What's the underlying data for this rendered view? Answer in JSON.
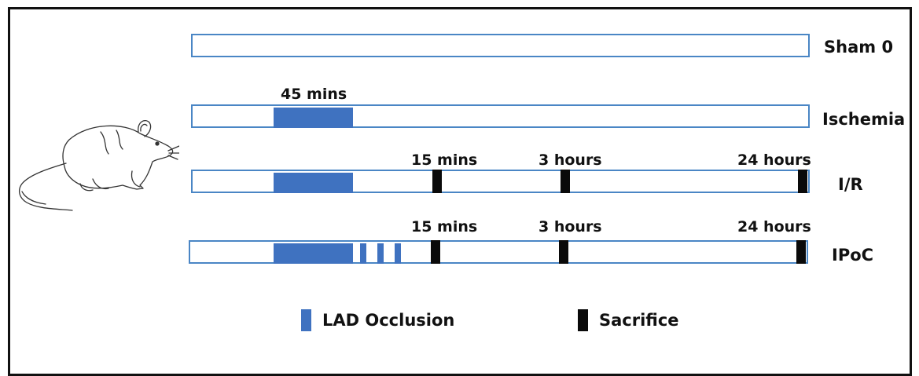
{
  "rows": [
    {
      "label": "Sham 0"
    },
    {
      "label": "Ischemia",
      "occlusion_label": "45 mins"
    },
    {
      "label": "I/R",
      "times": [
        "15 mins",
        "3 hours",
        "24 hours"
      ]
    },
    {
      "label": "IPoC",
      "times": [
        "15 mins",
        "3 hours",
        "24 hours"
      ]
    }
  ],
  "legend": {
    "occlusion": {
      "label": "LAD Occlusion",
      "color": "#3f72c0"
    },
    "sacrifice": {
      "label": "Sacrifice",
      "color": "#0a0a0a"
    }
  },
  "colors": {
    "bar_border": "#4a86c5",
    "frame": "#111111"
  },
  "icons": {
    "animal": "rat-illustration-icon"
  }
}
